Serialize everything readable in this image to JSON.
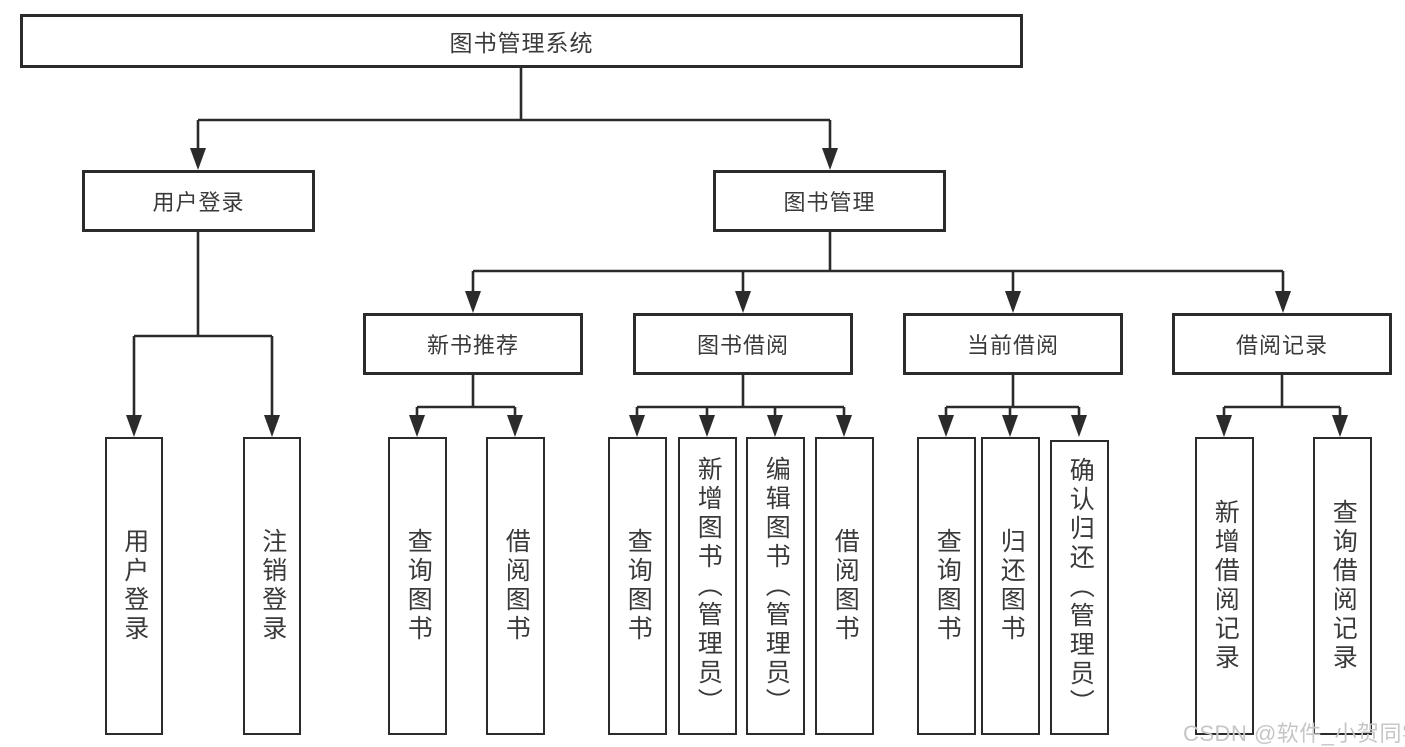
{
  "style": {
    "line_color": "#2b2b2b",
    "box_border_color": "#2b2b2b",
    "text_color": "#3a3a3a",
    "background": "#ffffff",
    "watermark_color": "#c6c6c6"
  },
  "diagram": {
    "root": {
      "label": "图书管理系统"
    },
    "level2": {
      "user_login": {
        "label": "用户登录"
      },
      "book_management": {
        "label": "图书管理"
      }
    },
    "level3": {
      "new_book_recommend": {
        "label": "新书推荐"
      },
      "book_borrow": {
        "label": "图书借阅"
      },
      "current_borrow": {
        "label": "当前借阅"
      },
      "borrow_record": {
        "label": "借阅记录"
      }
    },
    "leaves": {
      "user_login_group": [
        {
          "label": "用户登录"
        },
        {
          "label": "注销登录"
        }
      ],
      "new_book_group": [
        {
          "label": "查询图书"
        },
        {
          "label": "借阅图书"
        }
      ],
      "book_borrow_group": [
        {
          "label": "查询图书"
        },
        {
          "label": "新增图书（管理员）"
        },
        {
          "label": "编辑图书（管理员）"
        },
        {
          "label": "借阅图书"
        }
      ],
      "current_borrow_group": [
        {
          "label": "查询图书"
        },
        {
          "label": "归还图书"
        },
        {
          "label": "确认归还（管理员）"
        }
      ],
      "borrow_record_group": [
        {
          "label": "新增借阅记录"
        },
        {
          "label": "查询借阅记录"
        }
      ]
    }
  },
  "watermark": {
    "text": "CSDN @软件_小贺同学"
  }
}
